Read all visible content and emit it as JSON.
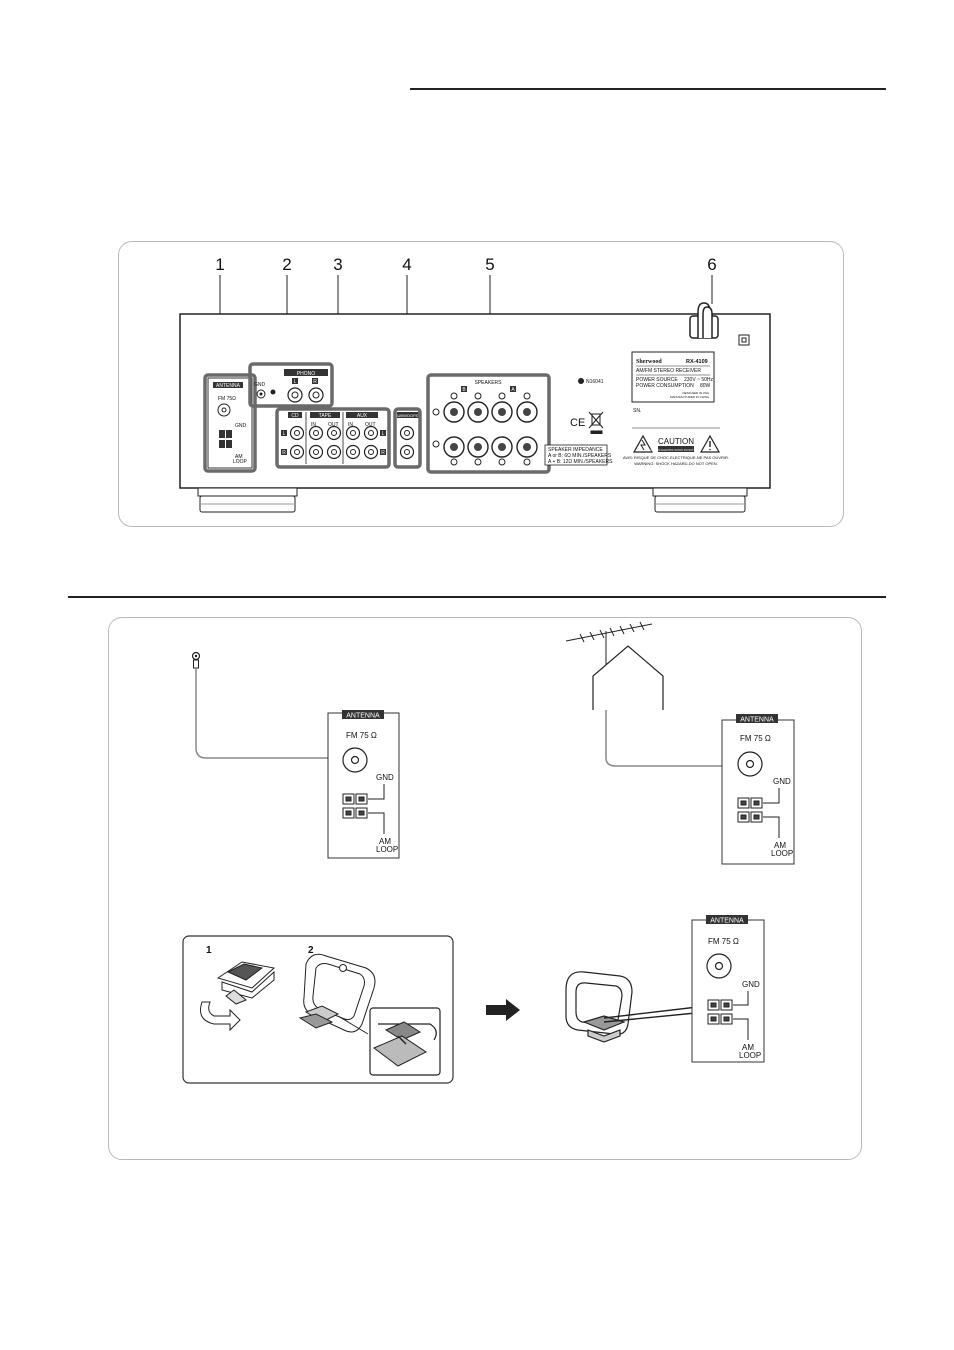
{
  "rear_panel": {
    "callouts": [
      "1",
      "2",
      "3",
      "4",
      "5",
      "6"
    ],
    "antenna_label": "ANTENNA",
    "fm_label": "FM 75Ω",
    "gnd_label": "GND",
    "am_label": "AM",
    "loop_label": "LOOP",
    "phono_label": "PHONO",
    "gnd_small": "GND",
    "ch_l": "L",
    "ch_r": "R",
    "cd_label": "CD",
    "tape_label": "TAPE",
    "aux_label": "AUX",
    "in_label": "IN",
    "out_label": "OUT",
    "sub_label": "SUBWOOFER",
    "speakers_label": "SPEAKERS",
    "spk_a": "A",
    "spk_b": "B",
    "cert_code": "N16041",
    "ce_mark": "CE",
    "sn_label": "SN.",
    "plate": {
      "brand": "Sherwood",
      "model": "RX-4109",
      "type": "AM/FM STEREO RECEIVER",
      "power_source_label": "POWER SOURCE",
      "power_source_value": "230V ~ 50Hz",
      "power_consumption_label": "POWER CONSUMPTION",
      "power_consumption_value": "80W",
      "made_in_1": "DESIGNED IN USA",
      "made_in_2": "MANUFACTURED IN CHINA"
    },
    "caution": {
      "title": "CAUTION",
      "sub": "RISK OF ELECTRIC SHOCK DO NOT OPEN",
      "line1": "AVIS: RISQUE DE CHOC ELECTRIQUE-NE PAS OUVRIR.",
      "line2": "WARNING: SHOCK HAZARD-DO NOT OPEN."
    },
    "impedance": {
      "title": "SPEAKER IMPEDANCE",
      "line1": "A or B: 6Ω MIN./SPEAKERS",
      "line2": "A + B: 12Ω MIN./SPEAKERS"
    }
  },
  "antenna_diagrams": {
    "antenna_label": "ANTENNA",
    "fm_label": "FM 75 Ω",
    "gnd_label": "GND",
    "am_label": "AM",
    "loop_label": "LOOP",
    "steps": [
      "1",
      "2"
    ]
  }
}
